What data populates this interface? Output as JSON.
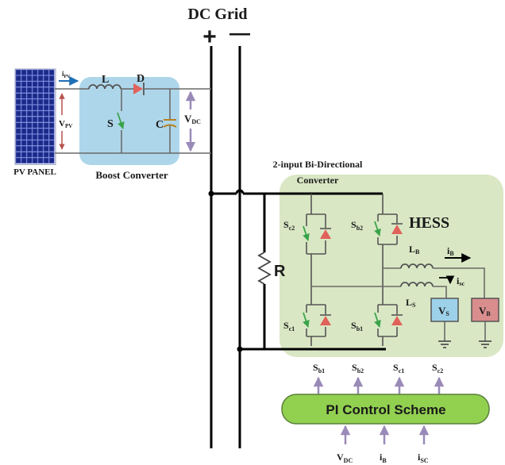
{
  "title": "DC Grid",
  "plus_sign": "+",
  "minus_sign": "—",
  "pv_panel": {
    "label": "PV PANEL",
    "current": {
      "main": "i",
      "sub": "PV"
    },
    "voltage": {
      "main": "V",
      "sub": "PV"
    }
  },
  "boost_converter": {
    "label": "Boost Converter",
    "inductor": "L",
    "diode": "D",
    "switch": "S",
    "capacitor": "C",
    "voltage": {
      "main": "V",
      "sub": "DC"
    }
  },
  "bidirectional_converter": {
    "label_line1": "2-input Bi-Directional",
    "label_line2": "Converter"
  },
  "resistor": "R",
  "hess": {
    "label": "HESS",
    "switches": {
      "sc2": {
        "main": "S",
        "sub": "c2"
      },
      "sb2": {
        "main": "S",
        "sub": "b2"
      },
      "sc1": {
        "main": "S",
        "sub": "c1"
      },
      "sb1": {
        "main": "S",
        "sub": "b1"
      }
    },
    "lb": {
      "main": "L",
      "sub": "B"
    },
    "ls": {
      "main": "L",
      "sub": "S"
    },
    "ib": {
      "main": "i",
      "sub": "B"
    },
    "isc": {
      "main": "i",
      "sub": "sc"
    },
    "vs": {
      "main": "V",
      "sub": "S"
    },
    "vb": {
      "main": "V",
      "sub": "B"
    }
  },
  "gate_signals": [
    {
      "main": "S",
      "sub": "b1"
    },
    {
      "main": "S",
      "sub": "b2"
    },
    {
      "main": "S",
      "sub": "c1"
    },
    {
      "main": "S",
      "sub": "c2"
    }
  ],
  "controller": {
    "label": "PI Control Scheme"
  },
  "controller_inputs": [
    {
      "main": "V",
      "sub": "DC"
    },
    {
      "main": "i",
      "sub": "B"
    },
    {
      "main": "i",
      "sub": "SC"
    }
  ],
  "colors": {
    "boost_box": "#aed6ea",
    "hess_box": "#d9e7c4",
    "controller": "#92d050",
    "vs_box": "#9dd1ea",
    "vb_box": "#d98d8d",
    "diode": "#e0625a",
    "switch_arrow": "#3aa34a",
    "pv_cell": "#1b2a88"
  }
}
